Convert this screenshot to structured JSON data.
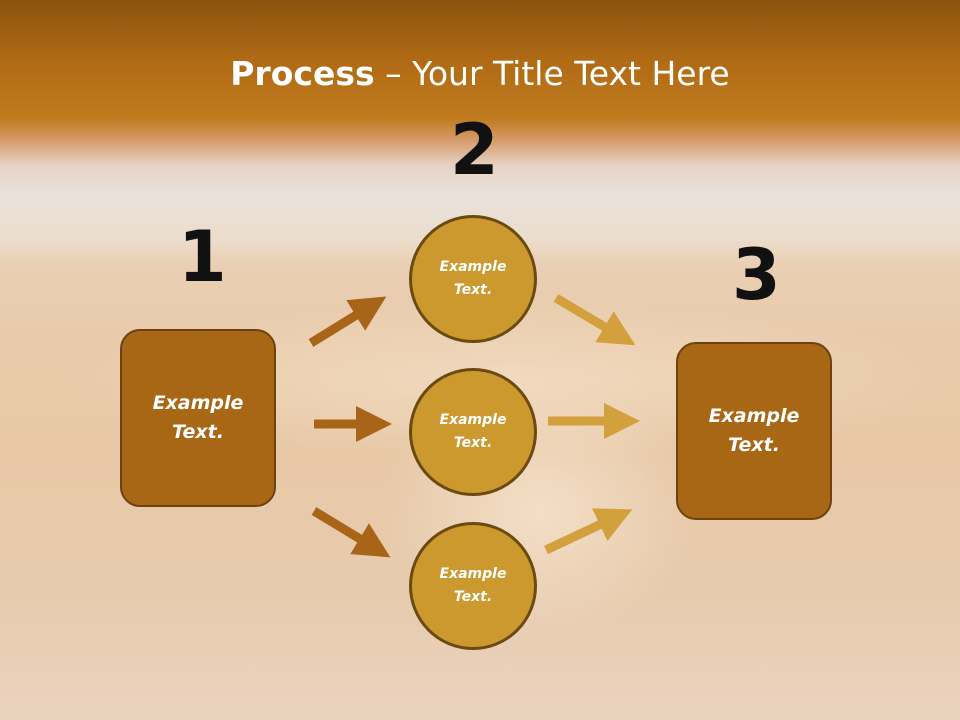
{
  "title": {
    "bold": "Process",
    "rest": " – Your Title Text Here"
  },
  "steps": [
    {
      "number": "1",
      "text": "Example Text."
    },
    {
      "number": "2",
      "items": [
        "Example Text.",
        "Example Text.",
        "Example Text."
      ]
    },
    {
      "number": "3",
      "text": "Example Text."
    }
  ],
  "colors": {
    "box_fill": "#a86714",
    "circle_fill": "#cc992f",
    "arrow_left": "#a8651a",
    "arrow_right": "#d3a03e",
    "title_band": "#b06a14"
  }
}
